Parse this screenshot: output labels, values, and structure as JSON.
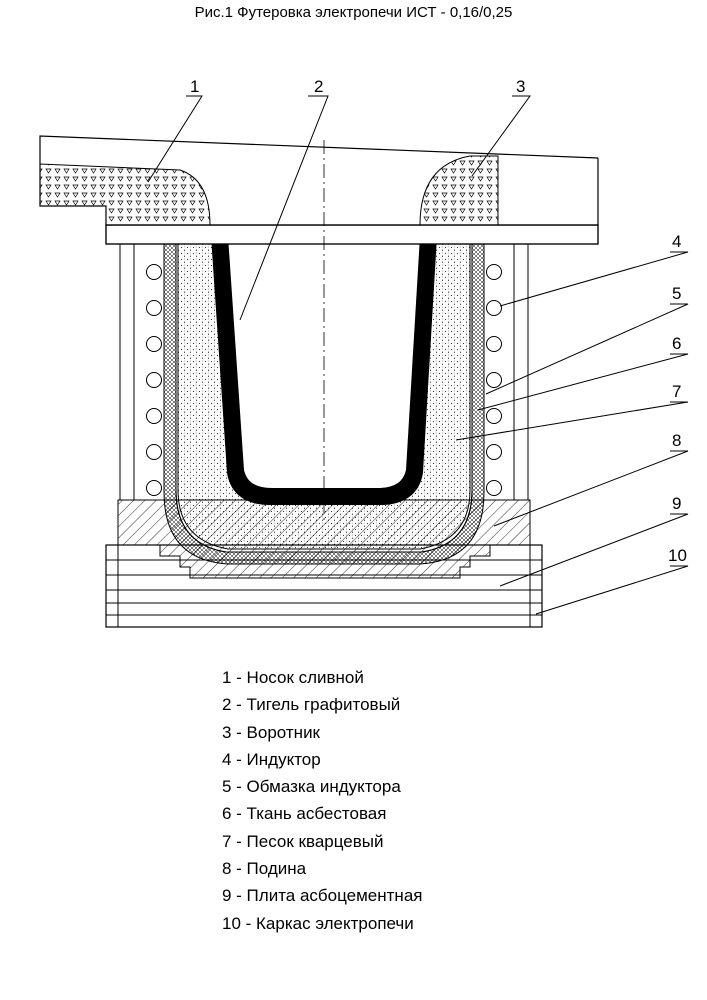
{
  "title": "Рис.1 Футеровка электропечи ИСТ - 0,16/0,25",
  "callouts": [
    "1",
    "2",
    "3",
    "4",
    "5",
    "6",
    "7",
    "8",
    "9",
    "10"
  ],
  "legend": [
    "1 - Носок сливной",
    "2 - Тигель графитовый",
    "3 - Воротник",
    "4 - Индуктор",
    "5 - Обмазка индуктора",
    "6 - Ткань асбестовая",
    "7 - Песок кварцевый",
    "8 - Подина",
    "9 - Плита асбоцементная",
    "10 - Каркас электропечи"
  ]
}
